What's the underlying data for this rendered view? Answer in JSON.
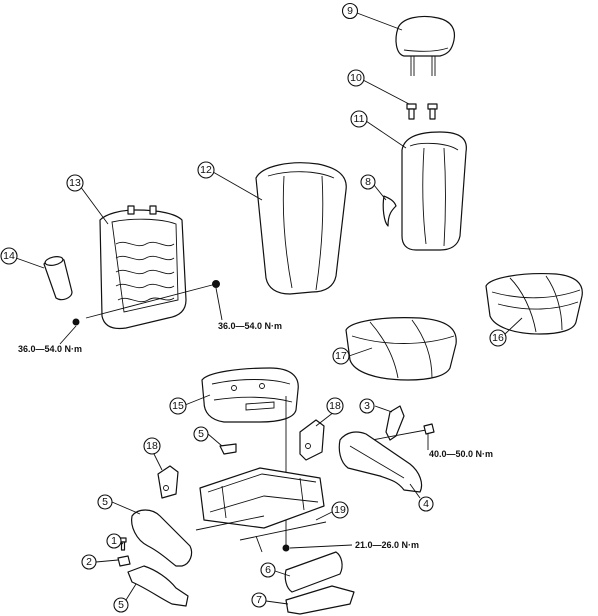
{
  "callouts": [
    {
      "id": "c1",
      "label": "1"
    },
    {
      "id": "c2",
      "label": "2"
    },
    {
      "id": "c3",
      "label": "3"
    },
    {
      "id": "c4",
      "label": "4"
    },
    {
      "id": "c5a",
      "label": "5"
    },
    {
      "id": "c5b",
      "label": "5"
    },
    {
      "id": "c5c",
      "label": "5"
    },
    {
      "id": "c6",
      "label": "6"
    },
    {
      "id": "c7",
      "label": "7"
    },
    {
      "id": "c8",
      "label": "8"
    },
    {
      "id": "c9",
      "label": "9"
    },
    {
      "id": "c10",
      "label": "10"
    },
    {
      "id": "c11",
      "label": "11"
    },
    {
      "id": "c12",
      "label": "12"
    },
    {
      "id": "c13",
      "label": "13"
    },
    {
      "id": "c14",
      "label": "14"
    },
    {
      "id": "c15",
      "label": "15"
    },
    {
      "id": "c16",
      "label": "16"
    },
    {
      "id": "c17",
      "label": "17"
    },
    {
      "id": "c18a",
      "label": "18"
    },
    {
      "id": "c18b",
      "label": "18"
    },
    {
      "id": "c19",
      "label": "19"
    }
  ],
  "torques": {
    "frame_right": "36.0—54.0 N·m",
    "frame_left": "36.0—54.0 N·m",
    "belt_bolt": "40.0—50.0 N·m",
    "adjuster_bolt": "21.0—26.0 N·m"
  }
}
